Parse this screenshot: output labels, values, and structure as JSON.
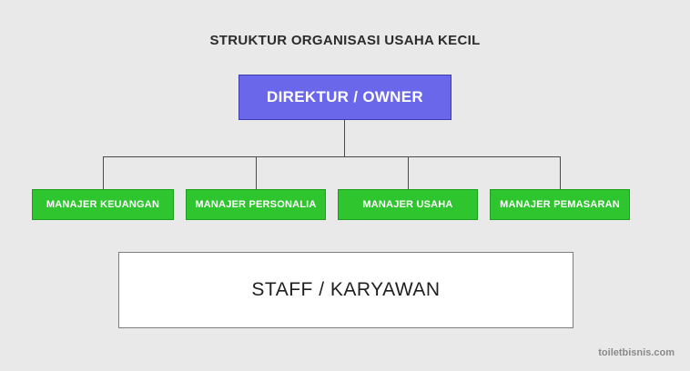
{
  "page": {
    "title": "STRUKTUR ORGANISASI USAHA KECIL",
    "watermark": "toiletbisnis.com"
  },
  "org_chart": {
    "type": "organization-chart",
    "root": {
      "label": "DIREKTUR / OWNER"
    },
    "managers": [
      {
        "label": "MANAJER KEUANGAN"
      },
      {
        "label": "MANAJER PERSONALIA"
      },
      {
        "label": "MANAJER USAHA"
      },
      {
        "label": "MANAJER PEMASARAN"
      }
    ],
    "staff": {
      "label": "STAFF / KARYAWAN"
    }
  },
  "colors": {
    "background": "#e9e9e9",
    "root_fill": "#6a67ea",
    "root_border": "#3d3cae",
    "manager_fill": "#2fc52f",
    "manager_border": "#1e9e1e",
    "staff_fill": "#ffffff",
    "staff_border": "#7d7d7d",
    "line": "#4a4a4a",
    "title_color": "#2b2b2b",
    "watermark_color": "#8a8a8a"
  }
}
